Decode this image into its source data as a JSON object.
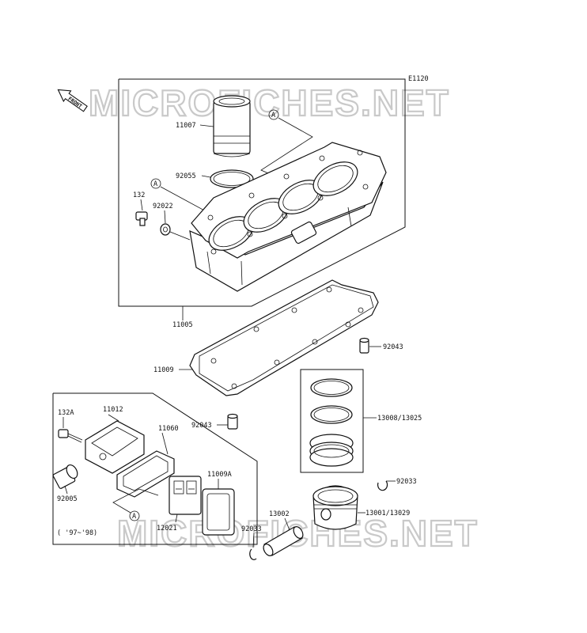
{
  "diagram_code": "E1120",
  "front_label": "FRONT",
  "watermark": "MICROFICHES.NET",
  "callout_letter": "A",
  "variant_note": "( '97~'98)",
  "parts": {
    "p11007": "11007",
    "p92055": "92055",
    "p132": "132",
    "p92022": "92022",
    "p11005": "11005",
    "p11009": "11009",
    "p92043a": "92043",
    "p13008": "13008/13025",
    "p92043b": "92043",
    "p132A": "132A",
    "p11012": "11012",
    "p11060": "11060",
    "p92005": "92005",
    "p11009A": "11009A",
    "p12021": "12021",
    "p92033a": "92033",
    "p13001": "13001/13029",
    "p13002": "13002",
    "p92033b": "92033"
  }
}
